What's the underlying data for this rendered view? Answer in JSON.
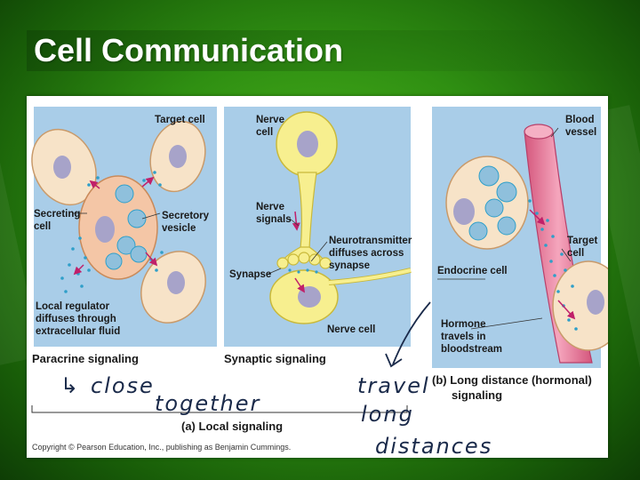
{
  "title": "Cell Communication",
  "colors": {
    "background": "#2f8f12",
    "panel_blue": "#a9cde8",
    "cell_fill": "#f7e3c8",
    "nucleus": "#a7a3c9",
    "nerve_cell": "#f7ef8f",
    "blood_vessel": "#ee8aa6",
    "molecule": "#2f9fc9",
    "arrow": "#c0206a"
  },
  "paracrine": {
    "target_cell": "Target cell",
    "secreting_line1": "Secreting",
    "secreting_line2": "cell",
    "secretory_line1": "Secretory",
    "secretory_line2": "vesicle",
    "regulator_line1": "Local regulator",
    "regulator_line2": "diffuses through",
    "regulator_line3": "extracellular fluid",
    "caption": "Paracrine signaling"
  },
  "synaptic": {
    "nerve_cell_line1": "Nerve",
    "nerve_cell_line2": "cell",
    "nerve_signals_line1": "Nerve",
    "nerve_signals_line2": "signals",
    "neuro_line1": "Neurotransmitter",
    "neuro_line2": "diffuses across",
    "neuro_line3": "synapse",
    "synapse": "Synapse",
    "nerve_cell_bottom": "Nerve cell",
    "caption": "Synaptic signaling"
  },
  "hormonal": {
    "blood_line1": "Blood",
    "blood_line2": "vessel",
    "target_line1": "Target",
    "target_line2": "cell",
    "endocrine": "Endocrine cell",
    "hormone_line1": "Hormone",
    "hormone_line2": "travels in",
    "hormone_line3": "bloodstream",
    "caption_line1": "(b) Long distance (hormonal)",
    "caption_line2": "signaling"
  },
  "local_caption": "(a) Local signaling",
  "copyright": "Copyright © Pearson Education, Inc., publishing as Benjamin Cummings.",
  "handwriting": {
    "arrow_close": "↳",
    "close": "close",
    "together": "together",
    "travel": "travel",
    "long": "long",
    "distances": "distances"
  }
}
